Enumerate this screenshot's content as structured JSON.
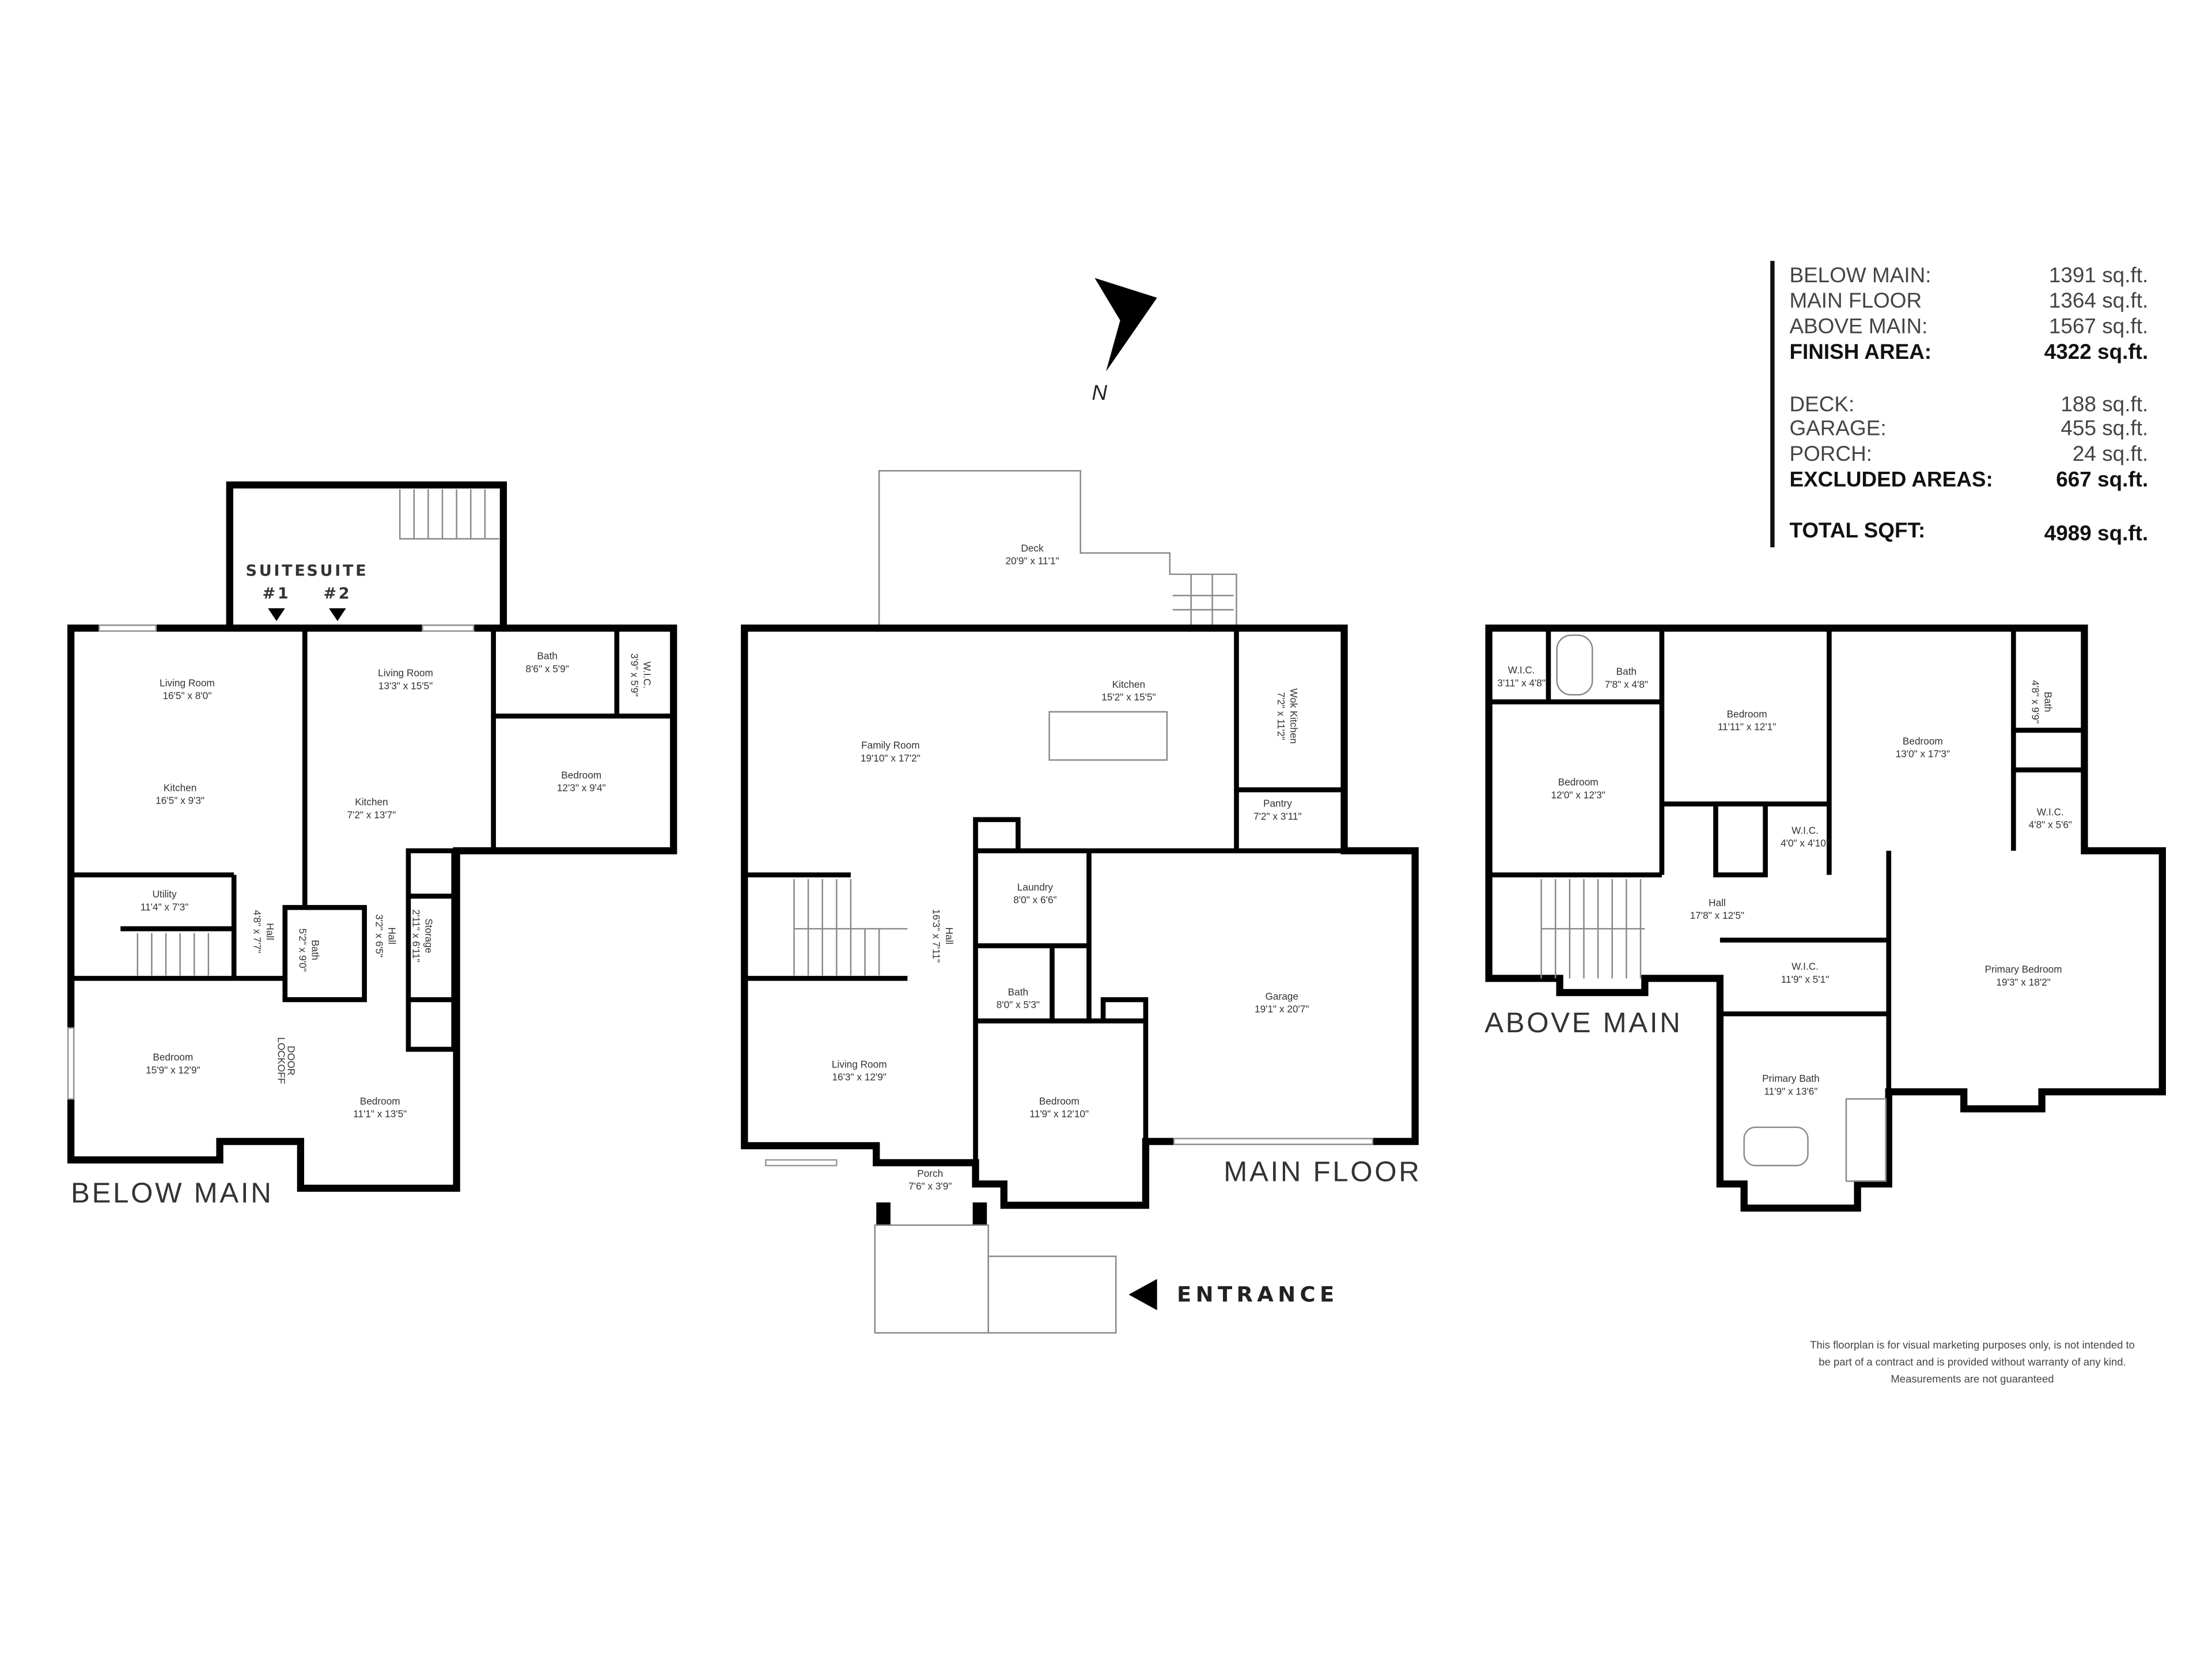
{
  "north_label": "N",
  "entrance_label": "ENTRANCE",
  "floors": {
    "below_main": {
      "label": "BELOW MAIN",
      "suite_labels": [
        "SUITE",
        "SUITE",
        "#1",
        "#2"
      ],
      "lockoff_label": [
        "LOCKOFF",
        "DOOR"
      ],
      "rooms": [
        {
          "name": "Living Room",
          "dims": "16'5\" x 8'0\""
        },
        {
          "name": "Kitchen",
          "dims": "16'5\" x 9'3\""
        },
        {
          "name": "Living Room",
          "dims": "13'3\" x 15'5\""
        },
        {
          "name": "Kitchen",
          "dims": "7'2\" x 13'7\""
        },
        {
          "name": "Bath",
          "dims": "8'6\" x 5'9\""
        },
        {
          "name": "W.I.C.",
          "dims": "3'9\" x 5'9\""
        },
        {
          "name": "Bedroom",
          "dims": "12'3\" x 9'4\""
        },
        {
          "name": "Utility",
          "dims": "11'4\" x 7'3\""
        },
        {
          "name": "Hall",
          "dims": "4'8\" x 7'7\""
        },
        {
          "name": "Bath",
          "dims": "5'2\" x 9'0\""
        },
        {
          "name": "Hall",
          "dims": "3'2\" x 6'5\""
        },
        {
          "name": "Storage",
          "dims": "2'11\" x 6'11\""
        },
        {
          "name": "Bedroom",
          "dims": "15'9\" x 12'9\""
        },
        {
          "name": "Bedroom",
          "dims": "11'1\" x 13'5\""
        }
      ]
    },
    "main_floor": {
      "label": "MAIN FLOOR",
      "rooms": [
        {
          "name": "Deck",
          "dims": "20'9\" x 11'1\""
        },
        {
          "name": "Kitchen",
          "dims": "15'2\" x 15'5\""
        },
        {
          "name": "Family Room",
          "dims": "19'10\" x 17'2\""
        },
        {
          "name": "Wok Kitchen",
          "dims": "7'2\" x 11'2\""
        },
        {
          "name": "Pantry",
          "dims": "7'2\" x 3'11\""
        },
        {
          "name": "Laundry",
          "dims": "8'0\" x 6'6\""
        },
        {
          "name": "Hall",
          "dims": "16'3\" x 7'11\""
        },
        {
          "name": "Bath",
          "dims": "8'0\" x 5'3\""
        },
        {
          "name": "Garage",
          "dims": "19'1\" x 20'7\""
        },
        {
          "name": "Living Room",
          "dims": "16'3\" x 12'9\""
        },
        {
          "name": "Bedroom",
          "dims": "11'9\" x 12'10\""
        },
        {
          "name": "Porch",
          "dims": "7'6\" x 3'9\""
        }
      ]
    },
    "above_main": {
      "label": "ABOVE MAIN",
      "rooms": [
        {
          "name": "W.I.C.",
          "dims": "3'11\" x 4'8\""
        },
        {
          "name": "Bath",
          "dims": "7'8\" x 4'8\""
        },
        {
          "name": "Bedroom",
          "dims": "11'11\" x 12'1\""
        },
        {
          "name": "Bedroom",
          "dims": "13'0\" x 17'3\""
        },
        {
          "name": "Bath",
          "dims": "4'8\" x 9'9\""
        },
        {
          "name": "Bedroom",
          "dims": "12'0\" x 12'3\""
        },
        {
          "name": "W.I.C.",
          "dims": "4'0\" x 4'10\""
        },
        {
          "name": "W.I.C.",
          "dims": "4'8\" x 5'6\""
        },
        {
          "name": "Hall",
          "dims": "17'8\" x 12'5\""
        },
        {
          "name": "W.I.C.",
          "dims": "11'9\" x 5'1\""
        },
        {
          "name": "Primary Bedroom",
          "dims": "19'3\" x 18'2\""
        },
        {
          "name": "Primary Bath",
          "dims": "11'9\" x 13'6\""
        }
      ]
    }
  },
  "area_summary": {
    "rows": [
      {
        "label": "BELOW MAIN:",
        "value": "1391 sq.ft."
      },
      {
        "label": "MAIN FLOOR",
        "value": "1364 sq.ft."
      },
      {
        "label": "ABOVE MAIN:",
        "value": "1567 sq.ft."
      },
      {
        "label": "FINISH AREA:",
        "value": "4322 sq.ft.",
        "bold": true
      },
      {
        "label": "DECK:",
        "value": "188 sq.ft."
      },
      {
        "label": "GARAGE:",
        "value": "455 sq.ft."
      },
      {
        "label": "PORCH:",
        "value": "24 sq.ft."
      },
      {
        "label": "EXCLUDED AREAS:",
        "value": "667 sq.ft.",
        "bold": true
      },
      {
        "label": "TOTAL SQFT:",
        "value": "4989 sq.ft.",
        "bold": true
      }
    ]
  },
  "disclaimer": [
    "This floorplan is for visual marketing purposes only, is not intended to",
    "be part of a contract and is provided without warranty of any kind.",
    "Measurements are not guaranteed"
  ]
}
